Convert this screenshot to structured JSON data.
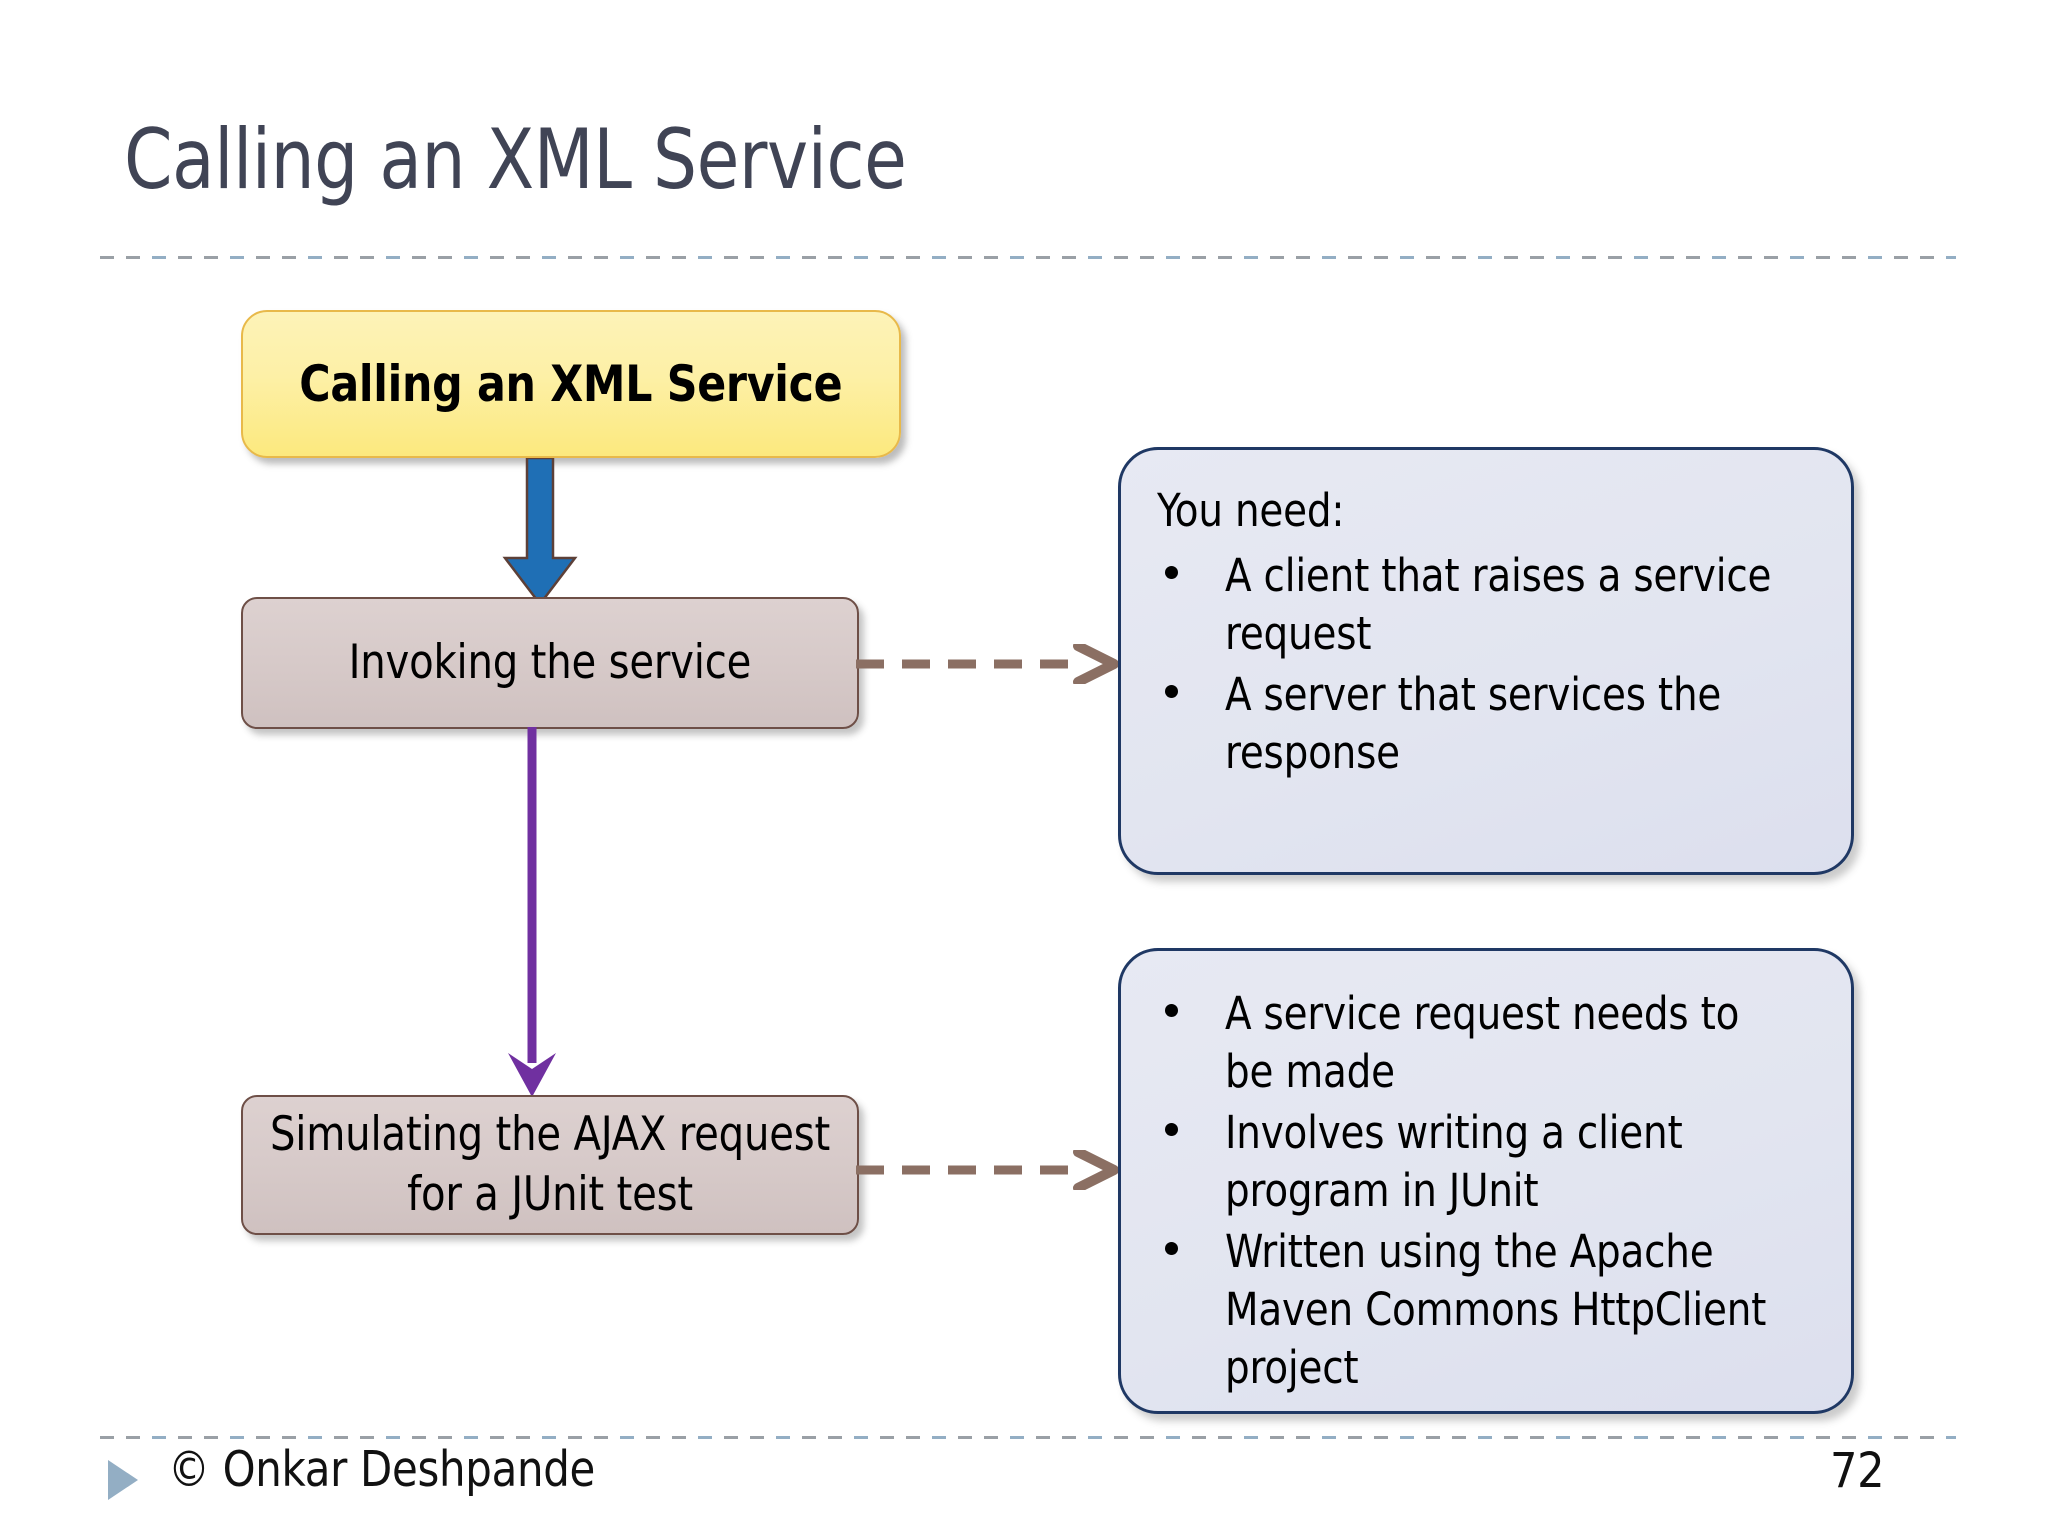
{
  "slide": {
    "title": "Calling an XML Service",
    "title_color": "#404455",
    "background_color": "#ffffff"
  },
  "diagram": {
    "process_box": {
      "label": "Calling an XML Service",
      "fill_color": "#fdf0a6",
      "border_color": "#e8b94a"
    },
    "steps": [
      {
        "name": "invoking-the-service",
        "label": "Invoking the service",
        "fill_color": "#d6c9c8",
        "border_color": "#6e4f47"
      },
      {
        "name": "simulating-the-ajax-request",
        "label": "Simulating the AJAX request for a JUnit test",
        "fill_color": "#d6c9c8",
        "border_color": "#6e4f47"
      }
    ],
    "connectors": [
      {
        "name": "blue-down-arrow",
        "color": "#1f6fb5",
        "direction": "down"
      },
      {
        "name": "purple-down-arrow",
        "color": "#7030a0",
        "direction": "down"
      },
      {
        "name": "dashed-arrow-top",
        "color": "#8b6f63",
        "direction": "right",
        "style": "dashed"
      },
      {
        "name": "dashed-arrow-bottom",
        "color": "#8b6f63",
        "direction": "right",
        "style": "dashed"
      }
    ],
    "callouts": [
      {
        "name": "you-need-callout",
        "lead": "You need:",
        "bullets": [
          "A client that raises a service request",
          "A server that services the response"
        ],
        "fill_color": "#e2e5f0",
        "border_color": "#1f3864"
      },
      {
        "name": "junit-client-callout",
        "lead": "",
        "bullets": [
          "A service request needs to be made",
          "Involves writing a client program in JUnit",
          "Written using the Apache Maven Commons HttpClient project"
        ],
        "fill_color": "#e2e5f0",
        "border_color": "#1f3864"
      }
    ]
  },
  "footer": {
    "triangle_icon": "triangle-right-icon",
    "triangle_color": "#93aec4",
    "credit": "© Onkar Deshpande",
    "page_number": "72"
  }
}
